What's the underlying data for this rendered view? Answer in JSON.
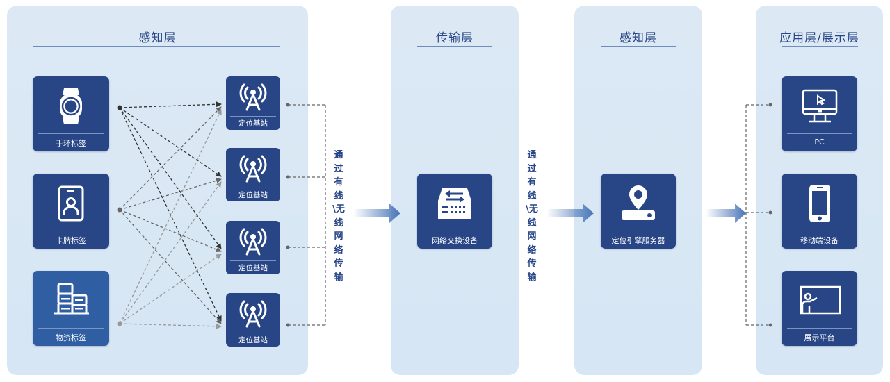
{
  "panels": [
    {
      "title": "感知层"
    },
    {
      "title": "传输层"
    },
    {
      "title": "感知层"
    },
    {
      "title": "应用层/展示层"
    }
  ],
  "tags": [
    {
      "label": "手环标签",
      "icon": "smartwatch-icon"
    },
    {
      "label": "卡牌标签",
      "icon": "id-badge-icon"
    },
    {
      "label": "物资标签",
      "icon": "goods-shelf-icon"
    }
  ],
  "base_stations": [
    {
      "label": "定位基站",
      "icon": "signal-tower-icon"
    },
    {
      "label": "定位基站",
      "icon": "signal-tower-icon"
    },
    {
      "label": "定位基站",
      "icon": "signal-tower-icon"
    },
    {
      "label": "定位基站",
      "icon": "signal-tower-icon"
    }
  ],
  "transport": {
    "device": {
      "label": "网络交换设备",
      "icon": "network-switch-icon"
    },
    "link_text_1": "通过有线\\无线网络传输",
    "link_text_2": "通过有线\\无线网络传输"
  },
  "engine": {
    "label": "定位引擎服务器",
    "icon": "location-server-icon"
  },
  "apps": [
    {
      "label": "PC",
      "icon": "desktop-monitor-icon"
    },
    {
      "label": "移动端设备",
      "icon": "smartphone-icon"
    },
    {
      "label": "展示平台",
      "icon": "presentation-board-icon"
    }
  ],
  "colors": {
    "panel_bg": "#d9e8f5",
    "card_bg": "#284586",
    "title_text": "#2a4686",
    "connector": "#555555",
    "arrow": "#4a75b8"
  }
}
